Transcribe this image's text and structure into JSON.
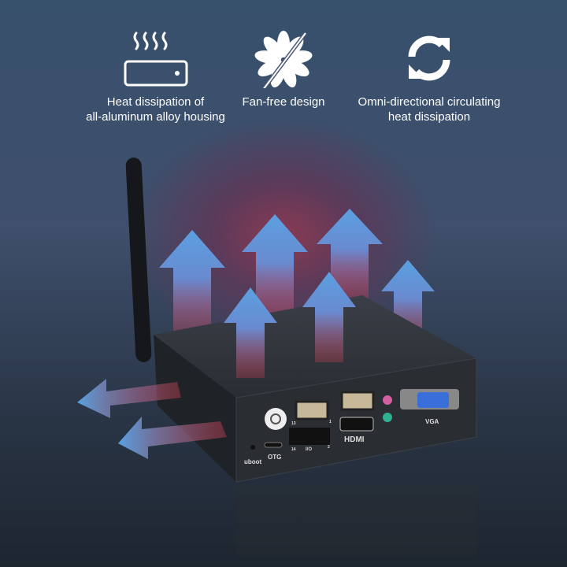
{
  "features": [
    {
      "icon": "heat-housing-icon",
      "caption_line1": "Heat dissipation of",
      "caption_line2": "all-aluminum alloy housing"
    },
    {
      "icon": "no-fan-icon",
      "caption_line1": "Fan-free design",
      "caption_line2": ""
    },
    {
      "icon": "circulate-icon",
      "caption_line1": "Omni-directional circulating",
      "caption_line2": "heat dissipation"
    }
  ],
  "device": {
    "port_labels": {
      "uboot": "uboot",
      "otg": "OTG",
      "hdmi": "HDMI",
      "vga": "VGA",
      "io": "I/O",
      "pin13": "13",
      "pin1": "1",
      "pin14": "14",
      "pin2": "2"
    }
  },
  "colors": {
    "arrow_top": "#5aa0e0",
    "arrow_bottom": "#d04050",
    "body": "#24272c"
  }
}
